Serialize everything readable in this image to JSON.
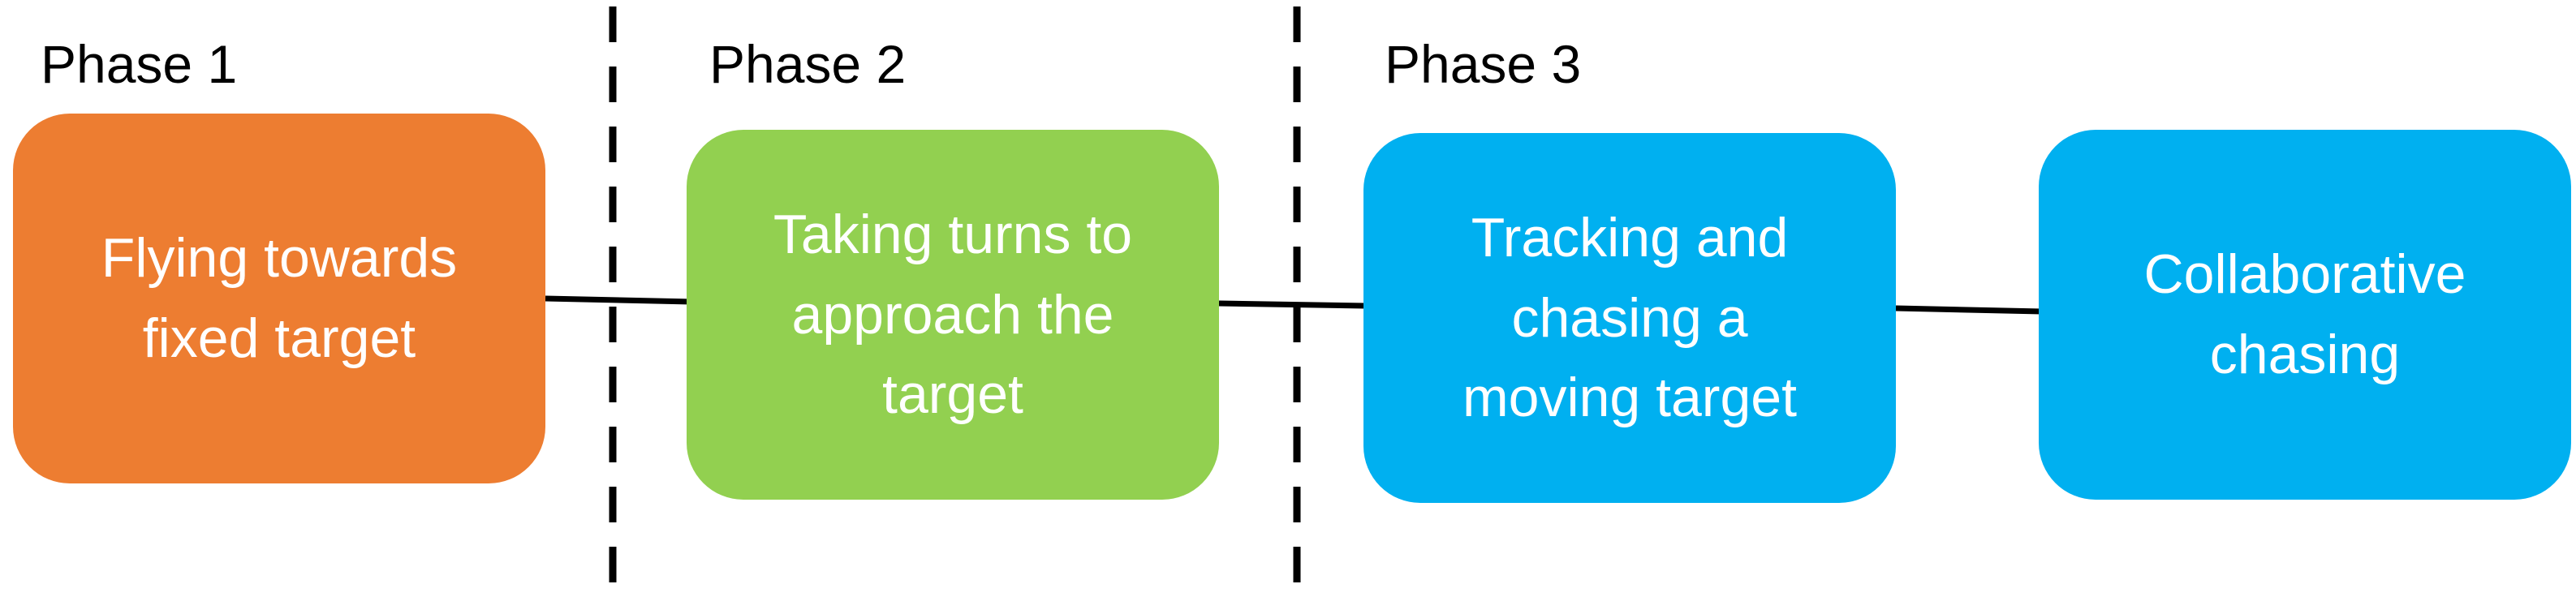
{
  "phases": [
    {
      "label": "Phase 1"
    },
    {
      "label": "Phase 2"
    },
    {
      "label": "Phase 3"
    }
  ],
  "stages": [
    {
      "text": "Flying towards\nfixed target",
      "color": "#ED7D31"
    },
    {
      "text": "Taking turns to\napproach the\ntarget",
      "color": "#92D050"
    },
    {
      "text": "Tracking and\nchasing a\nmoving target",
      "color": "#00B0F0"
    },
    {
      "text": "Collaborative\nchasing",
      "color": "#00B0F0"
    }
  ],
  "connector_color": "#000000",
  "divider_style": "dashed"
}
